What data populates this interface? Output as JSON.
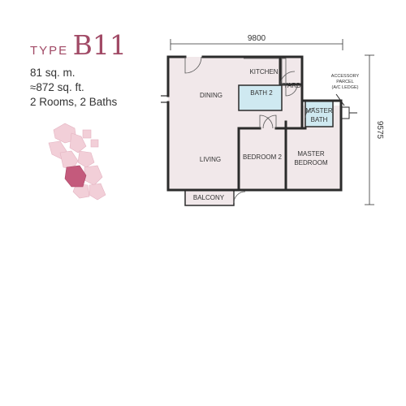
{
  "unit": {
    "type_prefix": "TYPE",
    "type_code": "B11",
    "area_sqm": "81 sq. m.",
    "area_sqft": "≈872 sq. ft.",
    "rooms_baths": "2 Rooms, 2 Baths"
  },
  "dimensions": {
    "width": "9800",
    "depth": "9575"
  },
  "rooms": {
    "kitchen": "KITCHEN",
    "yard": "YARD",
    "dining": "DINING",
    "bath2": "BATH 2",
    "master_bath_1": "MASTER",
    "master_bath_2": "BATH",
    "living": "LIVING",
    "bedroom2": "BEDROOM 2",
    "master_bedroom_1": "MASTER",
    "master_bedroom_2": "BEDROOM",
    "balcony": "BALCONY"
  },
  "accessory": {
    "line1": "ACCESSORY",
    "line2": "PARCEL",
    "line3": "(A/C LEDGE)"
  },
  "colors": {
    "accent": "#a14a66",
    "floor": "#f1e8ea",
    "bath": "#cfe9f1",
    "wall": "#2b2b2b",
    "keyplan_unit": "#c45a7c",
    "keyplan_block": "#f2cfd8"
  }
}
